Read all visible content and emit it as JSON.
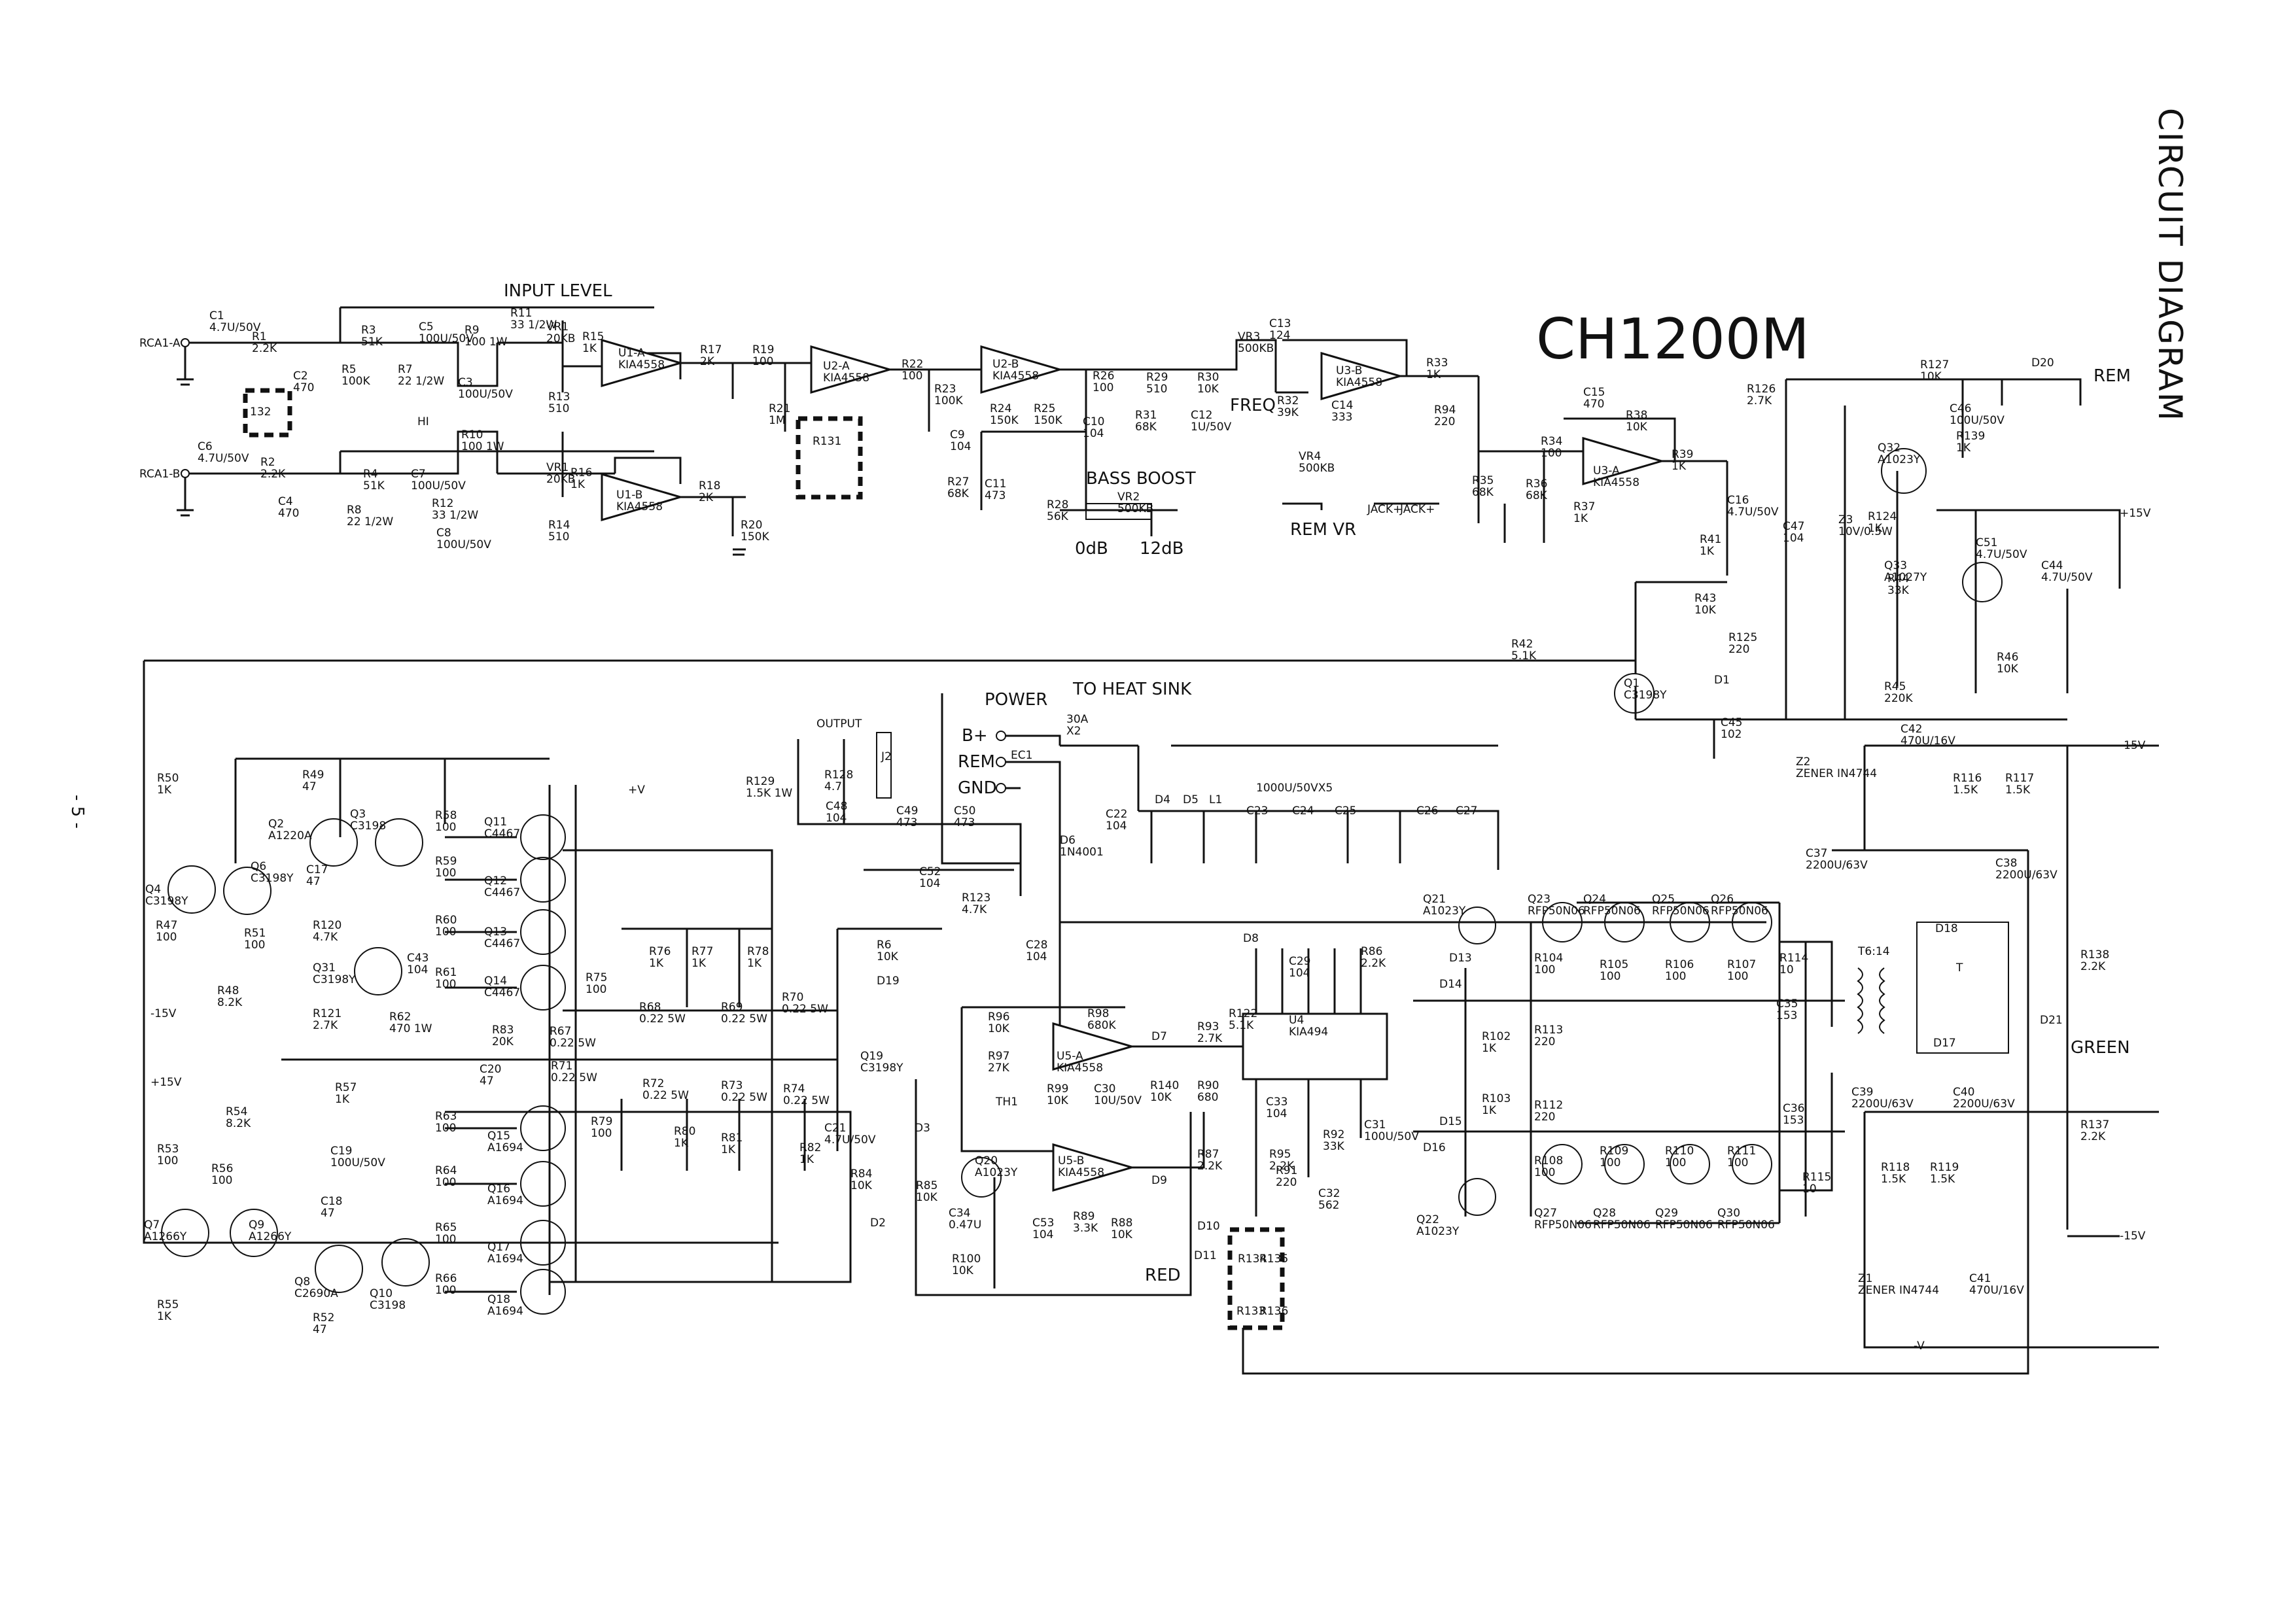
{
  "page": {
    "model": "CH1200M",
    "diagram_title": "CIRCUIT DIAGRAM",
    "page_number": "- 5 -"
  },
  "section_labels": {
    "input_level": "INPUT LEVEL",
    "bass_boost": "BASS BOOST",
    "bass_0db": "0dB",
    "bass_12db": "12dB",
    "freq": "FREQ",
    "rem_vr": "REM VR",
    "power": "POWER",
    "to_heat_sink": "TO HEAT SINK",
    "output": "OUTPUT",
    "rem_out": "REM",
    "red_led": "RED",
    "green_led": "GREEN",
    "b_plus": "B+",
    "rem_term": "REM",
    "gnd_term": "GND",
    "rca_a": "RCA1-A",
    "rca_b": "RCA1-B",
    "hi": "HI",
    "jack": "JACK+",
    "jack2": "JACK+"
  },
  "components": {
    "c1": "C1 4.7U/50V",
    "r1": "R1 2.2K",
    "c2": "C2 470",
    "r3": "R3 51K",
    "r5": "R5 100K",
    "c5": "C5 100U/50V",
    "r7": "R7 22 1/2W",
    "r9": "R9 100 1W",
    "r11": "R11 33 1/2W",
    "vr1a": "VR1 20KB",
    "c3": "C3 100U/50V",
    "r13": "R13 510",
    "r15": "R15 1K",
    "u1a": "U1-A KIA4558",
    "r17": "R17 2K",
    "r132": "132",
    "c6": "C6 4.7U/50V",
    "r2": "R2 2.2K",
    "c4": "C4 470",
    "r4": "R4 51K",
    "c7": "C7 100U/50V",
    "r10": "R10 100 1W",
    "vr1b": "VR1 20KB",
    "r16": "R16 1K",
    "u1b": "U1-B KIA4558",
    "r18": "R18 2K",
    "r8": "R8 22 1/2W",
    "r12": "R12 33 1/2W",
    "c8": "C8 100U/50V",
    "r14": "R14 510",
    "r20": "R20 150K",
    "r19": "R19 100",
    "u2a": "U2-A KIA4558",
    "r21": "R21 1M",
    "r131": "R131",
    "r22": "R22 100",
    "u2b": "U2-B KIA4558",
    "r23": "R23 100K",
    "c9": "C9 104",
    "r24": "R24 150K",
    "r25": "R25 150K",
    "c10": "C10 104",
    "r26": "R26 100",
    "r27": "R27 68K",
    "c11": "C11 473",
    "r28": "R28 56K",
    "vr2": "VR2 500KB",
    "r29": "R29 510",
    "r30": "R30 10K",
    "r31": "R31 68K",
    "c12": "C12 1U/50V",
    "vr3": "VR3 500KB",
    "r32": "R32 39K",
    "c13": "C13 124",
    "u3b": "U3-B KIA4558",
    "c14": "C14 333",
    "vr4": "VR4 500KB",
    "r33": "R33 1K",
    "r94": "R94 220",
    "r35": "R35 68K",
    "r34": "R34 100",
    "r36": "R36 68K",
    "c15": "C15 470",
    "r38": "R38 10K",
    "u3a": "U3-A KIA4558",
    "r37": "R37 1K",
    "r39": "R39 1K",
    "c16": "C16 4.7U/50V",
    "r41": "R41 1K",
    "r43": "R43 10K",
    "r125": "R125 220",
    "r42": "R42 5.1K",
    "q1": "Q1 C3198Y",
    "d1": "D1",
    "c45": "C45 102",
    "r126": "R126 2.7K",
    "r127": "R127 10K",
    "c46": "C46 100U/50V",
    "d20": "D20",
    "r139": "R139 1K",
    "q32": "Q32 A1023Y",
    "c47": "C47 104",
    "z3": "Z3 10V/0.5W",
    "r124": "R124 1K",
    "c51": "C51 4.7U/50V",
    "c44": "C44 4.7U/50V",
    "q33": "Q33 A1027Y",
    "r44": "R44 33K",
    "r46": "R46 10K",
    "r45": "R45 220K",
    "c42": "C42 470U/16V",
    "z2": "Z2 ZENER IN4744",
    "r116": "R116 1.5K",
    "r117": "R117 1.5K",
    "c37": "C37 2200U/63V",
    "c38": "C38 2200U/63V",
    "d18": "D18",
    "d17": "D17",
    "t1": "T",
    "r138": "R138 2.2K",
    "d21": "D21",
    "r137": "R137 2.2K",
    "c39": "C39 2200U/63V",
    "c40": "C40 2200U/63V",
    "r118": "R118 1.5K",
    "r119": "R119 1.5K",
    "z1": "Z1 ZENER IN4744",
    "c41": "C41 470U/16V",
    "r50": "R50 1K",
    "r49": "R49 47",
    "q2": "Q2 A1220A",
    "q3": "Q3 C3198",
    "q4": "Q4 C3198Y",
    "q6": "Q6 C3198Y",
    "c17": "C17 47",
    "r47": "R47 100",
    "r51": "R51 100",
    "r48": "R48 8.2K",
    "r120": "R120 4.7K",
    "q31": "Q31 C3198Y",
    "c43": "C43 104",
    "r121": "R121 2.7K",
    "r62": "R62 470 1W",
    "r58": "R58 100",
    "q11": "Q11 C4467",
    "r59": "R59 100",
    "q12": "Q12 C4467",
    "r60": "R60 100",
    "q13": "Q13 C4467",
    "r61": "R61 100",
    "q14": "Q14 C4467",
    "r75": "R75 100",
    "r76": "R76 1K",
    "r77": "R77 1K",
    "r78": "R78 1K",
    "r67": "R67 0.22 5W",
    "r68": "R68 0.22 5W",
    "r69": "R69 0.22 5W",
    "r70": "R70 0.22 5W",
    "r83": "R83 20K",
    "c20": "C20 47",
    "r71": "R71 0.22 5W",
    "r72": "R72 0.22 5W",
    "r73": "R73 0.22 5W",
    "r74": "R74 0.22 5W",
    "r79": "R79 100",
    "r80": "R80 1K",
    "r81": "R81 1K",
    "r82": "R82 1K",
    "r57": "R57 1K",
    "c19": "C19 100U/50V",
    "r63": "R63 100",
    "q15": "Q15 A1694",
    "r64": "R64 100",
    "q16": "Q16 A1694",
    "r65": "R65 100",
    "q17": "Q17 A1694",
    "r66": "R66 100",
    "q18": "Q18 A1694",
    "r54": "R54 8.2K",
    "r53": "R53 100",
    "r56": "R56 100",
    "q7": "Q7 A1266Y",
    "q9": "Q9 A1266Y",
    "c18": "C18 47",
    "q8": "Q8 C2690A",
    "q10": "Q10 C3198",
    "r52": "R52 47",
    "r55": "R55 1K",
    "r129": "R129 1.5K 1W",
    "r128": "R128 4.7",
    "c48": "C48 104",
    "j2": "J2",
    "c49": "C49 473",
    "c50": "C50 473",
    "c52": "C52 104",
    "r123": "R123 4.7K",
    "r6": "R6 10K",
    "d19": "D19",
    "q19": "Q19 C3198Y",
    "c21": "C21 4.7U/50V",
    "r84": "R84 10K",
    "d2": "D2",
    "d3": "D3",
    "r85": "R85 10K",
    "ec1": "EC1",
    "fuse": "30A X2",
    "d6": "D6 1N4001",
    "c22": "C22 104",
    "d4": "D4",
    "d5": "D5",
    "l1": "L1",
    "c23": "C23",
    "c24": "C24",
    "c25": "C25",
    "c_bank": "1000U/50VX5",
    "c26": "C26",
    "c27": "C27",
    "c28": "C28 104",
    "r96": "R96 10K",
    "r98": "R98 680K",
    "u5a": "U5-A KIA4558",
    "d7": "D7",
    "r97": "R97 27K",
    "r99": "R99 10K",
    "th1": "TH1",
    "c30": "C30 10U/50V",
    "r140": "R140 10K",
    "q20": "Q20 A1023Y",
    "c34": "C34 0.47U",
    "u5b": "U5-B KIA4558",
    "r89": "R89 3.3K",
    "d9": "D9",
    "r87": "R87 2.2K",
    "r88": "R88 10K",
    "d10": "D10",
    "d11": "D11",
    "c53": "C53 104",
    "r100": "R100 10K",
    "d8": "D8",
    "r93": "R93 2.7K",
    "r90": "R90 680",
    "r122": "R122 5.1K",
    "c29": "C29 104",
    "r86": "R86 2.2K",
    "u4": "U4 KIA494",
    "c31": "C31 100U/50V",
    "c33": "C33 104",
    "r95": "R95 2.2K",
    "r91": "R91 220",
    "r92": "R92 33K",
    "c32": "C32 562",
    "r134": "R134",
    "r135": "R135",
    "r133": "R133",
    "r136": "R136",
    "q21": "Q21 A1023Y",
    "d13": "D13",
    "d14": "D14",
    "r102": "R102 1K",
    "r103": "R103 1K",
    "d15": "D15",
    "d16": "D16",
    "q22": "Q22 A1023Y",
    "q23": "Q23 RFP50N06",
    "q24": "Q24 RFP50N06",
    "q25": "Q25 RFP50N06",
    "q26": "Q26 RFP50N06",
    "q27": "Q27 RFP50N06",
    "q28": "Q28 RFP50N06",
    "q29": "Q29 RFP50N06",
    "q30": "Q30 RFP50N06",
    "r104": "R104 100",
    "r105": "R105 100",
    "r106": "R106 100",
    "r107": "R107 100",
    "r113": "R113 220",
    "r112": "R112 220",
    "r108": "R108 100",
    "r109": "R109 100",
    "r110": "R110 100",
    "r111": "R111 100",
    "r114": "R114 10",
    "r115": "R115 10",
    "c35": "C35 153",
    "c36": "C36 153",
    "tx": "T6:14"
  },
  "rail_labels": {
    "plus_v": "+V",
    "minus_15v": "-15V",
    "plus_15v": "+15V",
    "minus_v": "-V"
  }
}
